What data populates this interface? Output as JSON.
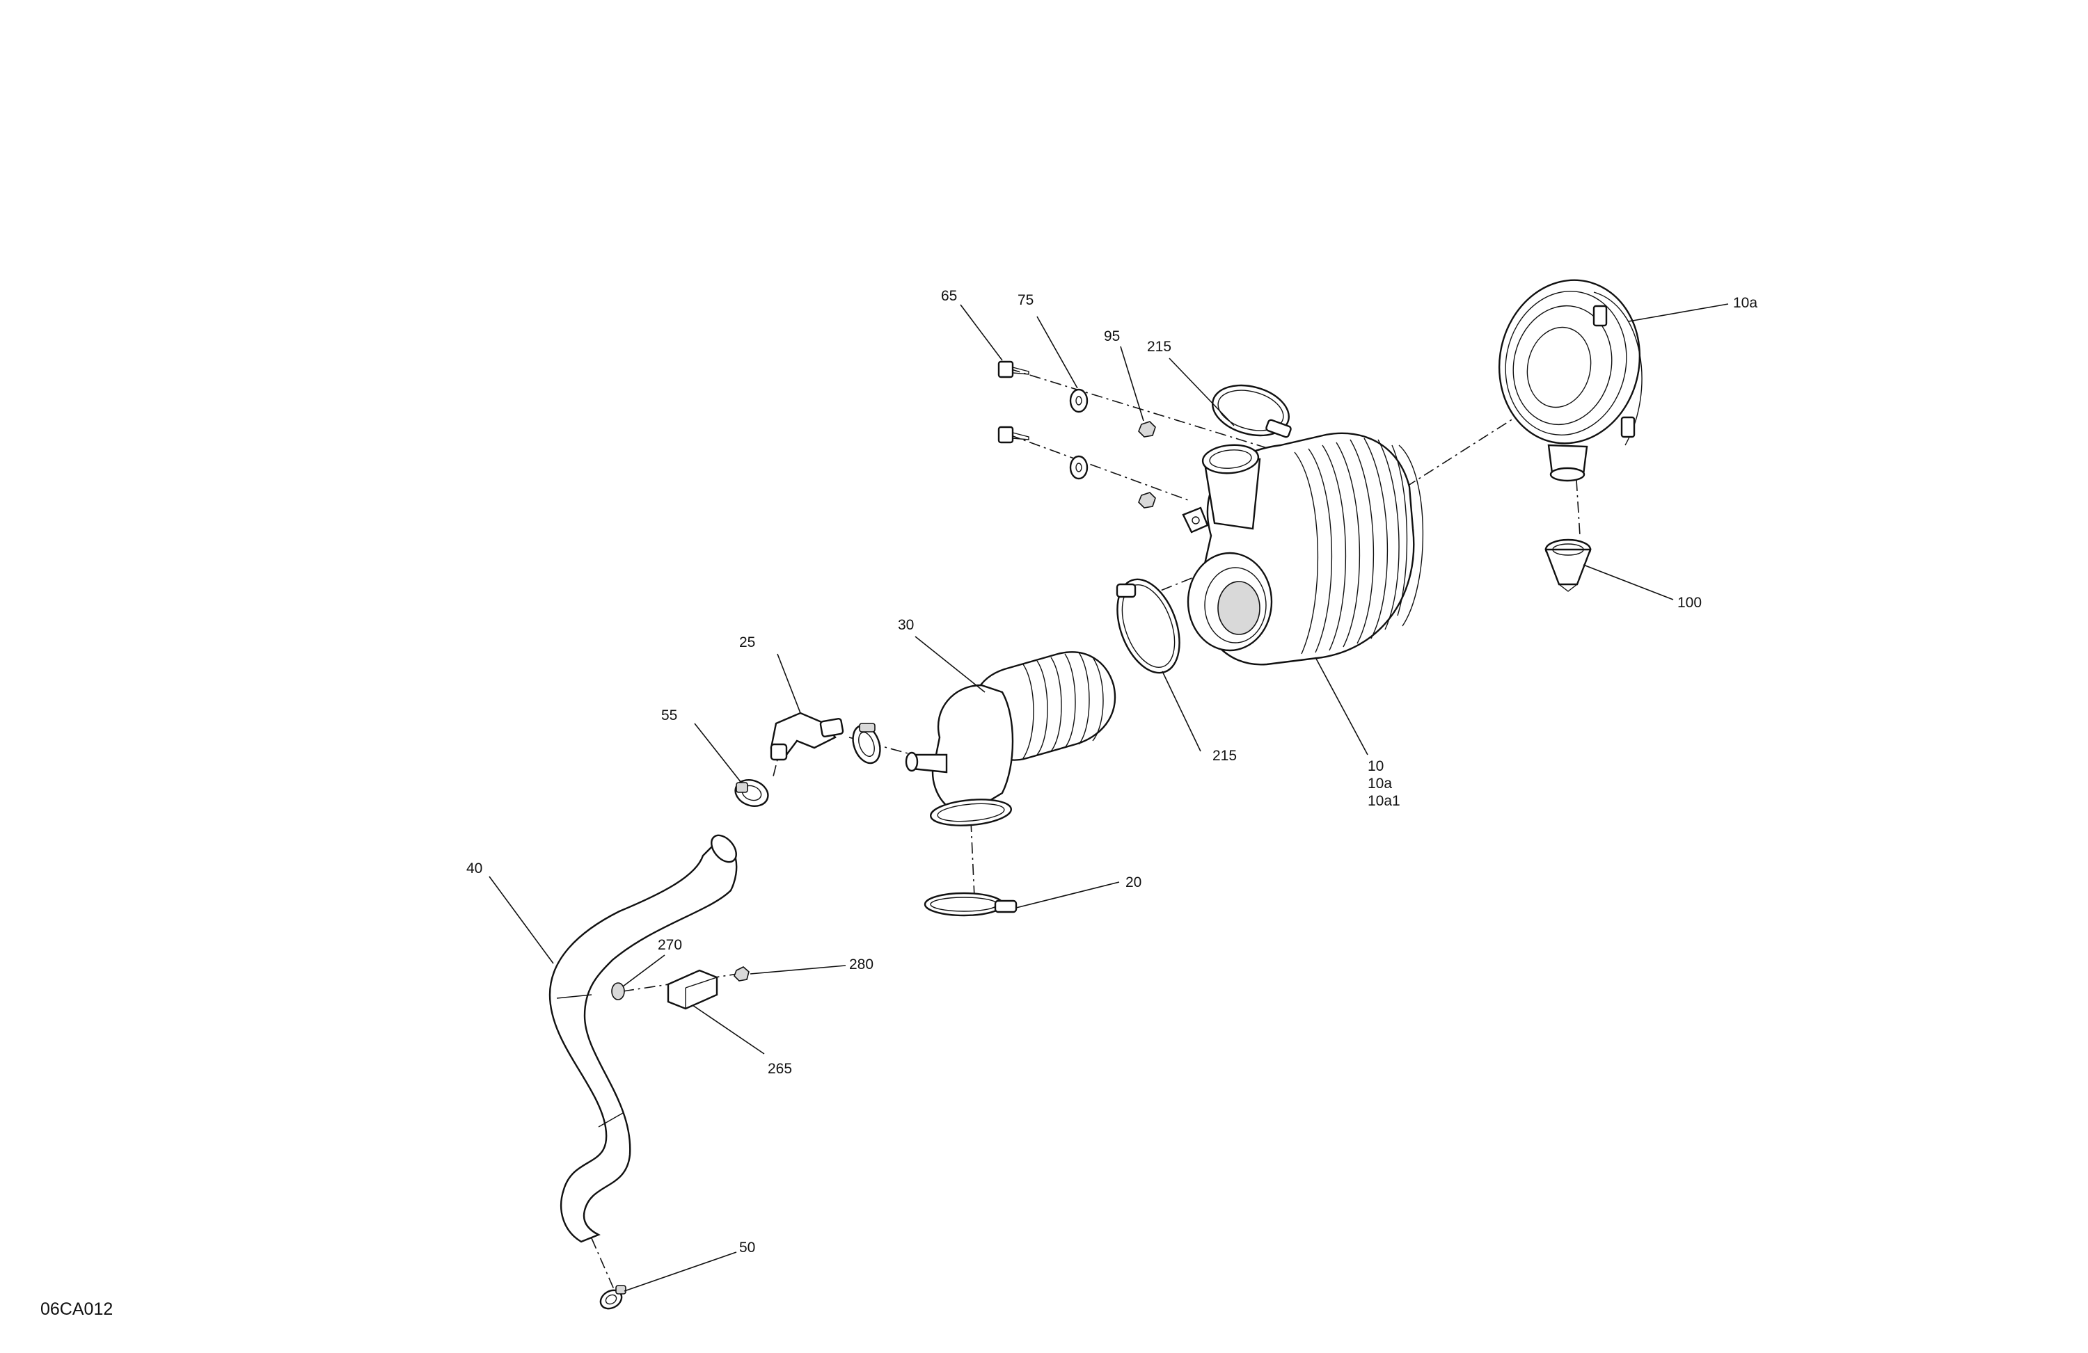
{
  "diagram": {
    "reference_code": "06CA012",
    "callouts": {
      "p65": "65",
      "p75": "75",
      "p95": "95",
      "p215_top": "215",
      "p10a_cover": "10a",
      "p100": "100",
      "p30": "30",
      "p25": "25",
      "p55": "55",
      "p215_lower": "215",
      "p10_line1": "10",
      "p10_line2": "10a",
      "p10_line3": "10a1",
      "p20": "20",
      "p40": "40",
      "p270": "270",
      "p280": "280",
      "p265": "265",
      "p50": "50"
    }
  }
}
